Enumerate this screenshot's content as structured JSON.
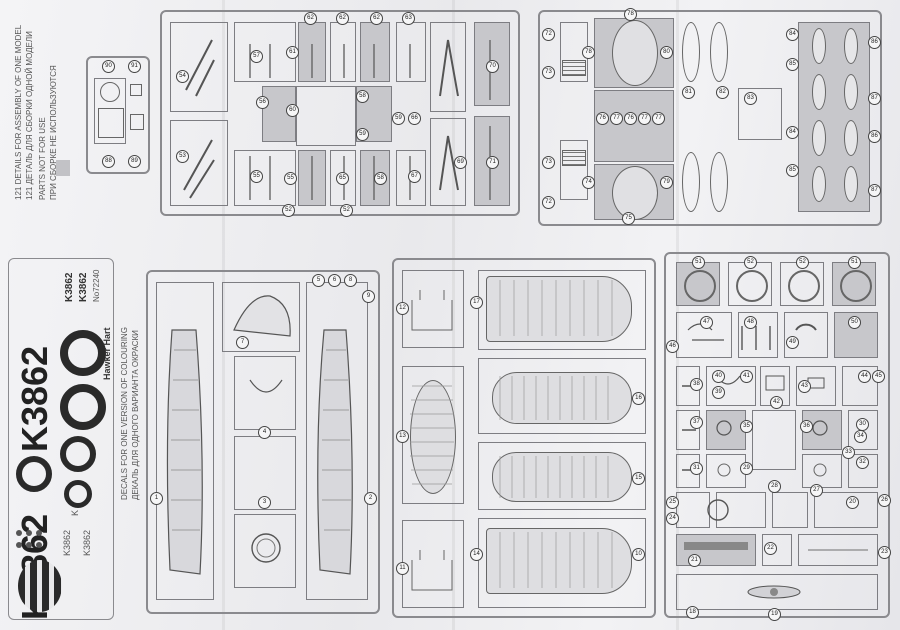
{
  "sheet": {
    "model_name": "Hawker Hart",
    "kit_number": "No72240"
  },
  "notes": {
    "details_en": "121 DETAILS FOR ASSEMBLY OF ONE MODEL",
    "details_ru": "121 ДЕТАЛЬ ДЛЯ СБОРКИ ОДНОЙ МОДЕЛИ",
    "unused_en": "PARTS NOT FOR USE",
    "unused_ru": "ПРИ СБОРКЕ НЕ ИСПОЛЬЗУЮТСЯ",
    "decals_en": "DECALS FOR ONE VERSION OF COLOURING",
    "decals_ru": "ДЕКАЛЬ ДЛЯ ОДНОГО ВАРИАНТА ОКРАСКИ"
  },
  "decals": {
    "serial_large": "K3862",
    "serial_small": "K3862",
    "letter_k": "K"
  },
  "colors": {
    "paper": "#eeeef0",
    "line": "#7d7d82",
    "unused_parts": "#c7c7cb",
    "decal_ink": "#2a2a2a"
  },
  "parts": {
    "sprue_a_top": [
      "62",
      "62",
      "62",
      "63",
      "56",
      "57",
      "70",
      "61",
      "60",
      "58",
      "59",
      "54"
    ],
    "sprue_a_bottom": [
      "53",
      "55",
      "65",
      "55",
      "58",
      "59",
      "66",
      "67",
      "69",
      "71",
      "52",
      "52"
    ],
    "sprue_a_side": [
      "90",
      "91",
      "88",
      "89"
    ],
    "sprue_b_top": [
      "72",
      "73",
      "78",
      "80",
      "81",
      "82",
      "84",
      "85",
      "86",
      "87"
    ],
    "sprue_b_bottom": [
      "73",
      "74",
      "75",
      "79",
      "83",
      "84",
      "85",
      "86",
      "87",
      "72"
    ],
    "sprue_b_middle": [
      "76",
      "77",
      "76",
      "77",
      "77"
    ],
    "sprue_c": [
      "5",
      "6",
      "7",
      "8",
      "4",
      "3",
      "2",
      "1",
      "9"
    ],
    "sprue_d": [
      "12",
      "17",
      "13",
      "16",
      "15",
      "14",
      "11",
      "10"
    ],
    "sprue_e_top": [
      "51",
      "52",
      "52",
      "51",
      "47",
      "48",
      "46",
      "49",
      "50"
    ],
    "sprue_e_mid": [
      "38",
      "40",
      "41",
      "42",
      "43",
      "44",
      "45",
      "39",
      "37",
      "36",
      "35",
      "34",
      "33",
      "32",
      "31",
      "30"
    ],
    "sprue_e_bottom": [
      "29",
      "28",
      "27",
      "26",
      "25",
      "24",
      "23",
      "22",
      "21",
      "20",
      "19",
      "18"
    ]
  }
}
